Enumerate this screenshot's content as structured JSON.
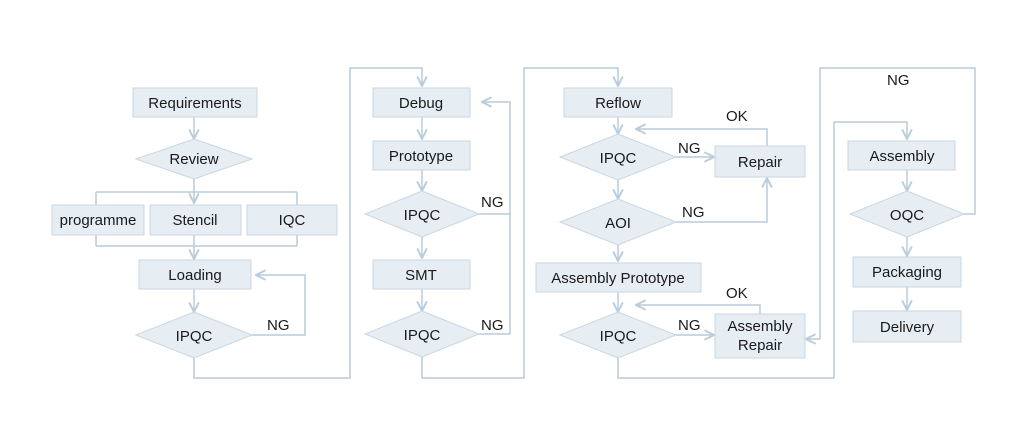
{
  "nodes": {
    "requirements": "Requirements",
    "review": "Review",
    "programme": "programme",
    "stencil": "Stencil",
    "iqc": "IQC",
    "loading": "Loading",
    "ipqc1": "IPQC",
    "debug": "Debug",
    "prototype": "Prototype",
    "ipqc2": "IPQC",
    "smt": "SMT",
    "ipqc3": "IPQC",
    "reflow": "Reflow",
    "ipqc4": "IPQC",
    "repair": "Repair",
    "aoi": "AOI",
    "assembly_prototype": "Assembly Prototype",
    "ipqc5": "IPQC",
    "assembly_repair_line1": "Assembly",
    "assembly_repair_line2": "Repair",
    "assembly": "Assembly",
    "oqc": "OQC",
    "packaging": "Packaging",
    "delivery": "Delivery"
  },
  "edge_labels": {
    "ng_ipqc1": "NG",
    "ng_ipqc2": "NG",
    "ng_ipqc3": "NG",
    "ng_ipqc4": "NG",
    "ok_repair": "OK",
    "ng_aoi": "NG",
    "ng_ipqc5": "NG",
    "ok_assembly_repair": "OK",
    "ng_oqc": "NG"
  },
  "colors": {
    "node_fill": "#e6edf3",
    "node_stroke": "#c9d6e2",
    "edge": "#b9ccdb",
    "text": "#1a1a1a"
  }
}
